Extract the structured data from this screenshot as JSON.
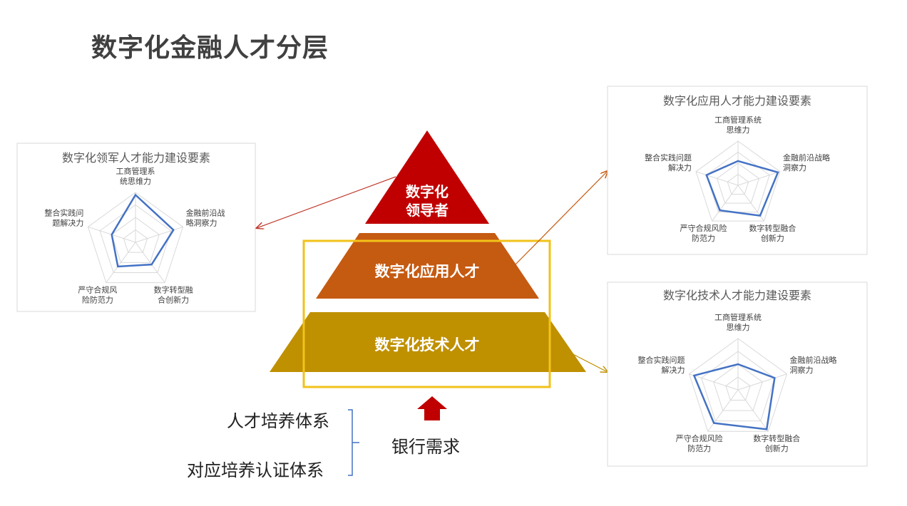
{
  "title": "数字化金融人才分层",
  "pyramid": {
    "top": "数字化\n领导者",
    "middle": "数字化应用人才",
    "bottom": "数字化技术人才",
    "colors": {
      "top": "#c00000",
      "middle": "#c55a11",
      "bottom": "#bf9000",
      "frame": "#f2c21a"
    }
  },
  "bottom_section": {
    "left_items": [
      "人才培养体系",
      "对应培养认证体系"
    ],
    "right_label": "银行需求",
    "arrow_color": "#c00000"
  },
  "radars": [
    {
      "id": "leader",
      "title": "数字化领军人才能力建设要素",
      "labels": [
        [
          "工商管理系",
          "统思维力"
        ],
        [
          "金融前沿战",
          "略洞察力"
        ],
        [
          "数字转型融",
          "合创新力"
        ],
        [
          "严守合规风",
          "险防范力"
        ],
        [
          "整合实践问",
          "题解决力"
        ]
      ],
      "values": [
        0.95,
        0.8,
        0.55,
        0.6,
        0.5
      ],
      "arrow_color": "#c0392b"
    },
    {
      "id": "application",
      "title": "数字化应用人才能力建设要素",
      "labels": [
        [
          "工商管理系统",
          "思维力"
        ],
        [
          "金融前沿战略",
          "洞察力"
        ],
        [
          "数字转型融合",
          "创新力"
        ],
        [
          "严守合规风险",
          "防范力"
        ],
        [
          "整合实践问题",
          "解决力"
        ]
      ],
      "values": [
        0.55,
        0.95,
        0.85,
        0.7,
        0.75
      ],
      "arrow_color": "#c55a11"
    },
    {
      "id": "technology",
      "title": "数字化技术人才能力建设要素",
      "labels": [
        [
          "工商管理系统",
          "思维力"
        ],
        [
          "金融前沿战略",
          "洞察力"
        ],
        [
          "数字转型融合",
          "创新力"
        ],
        [
          "严守合规风险",
          "防范力"
        ],
        [
          "整合实践问题",
          "解决力"
        ]
      ],
      "values": [
        0.5,
        0.75,
        0.95,
        0.8,
        0.9
      ],
      "arrow_color": "#bf9000"
    }
  ],
  "series_color": "#4472c4",
  "grid_color": "#d9d9d9"
}
